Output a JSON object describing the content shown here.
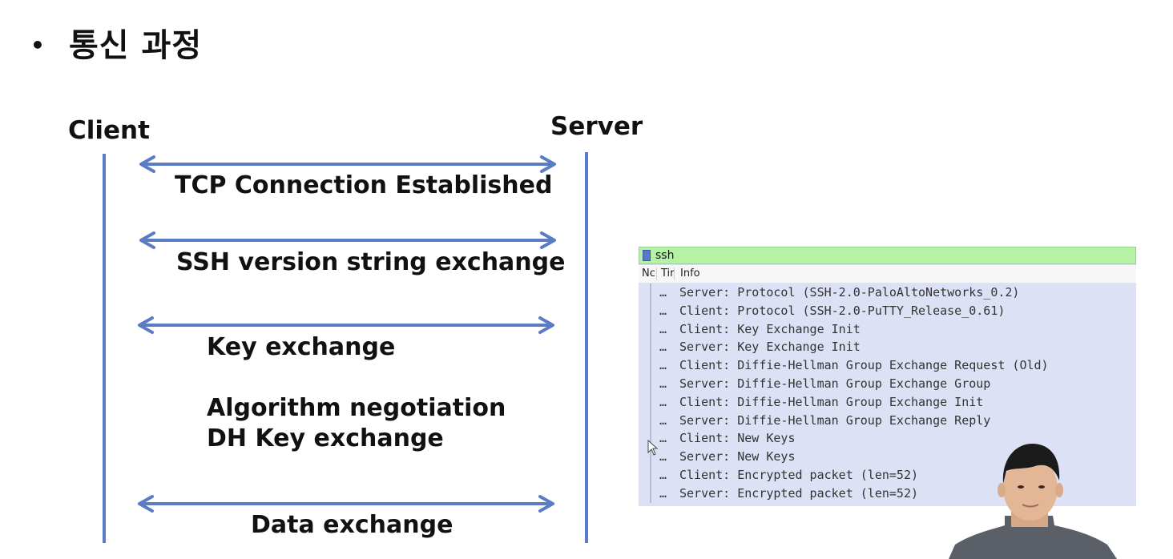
{
  "slide": {
    "bullet": "•",
    "title": "통신 과정"
  },
  "diagram": {
    "client_label": "Client",
    "server_label": "Server",
    "steps": [
      "TCP Connection Established",
      "SSH version string exchange",
      "Key exchange",
      "Algorithm negotiation",
      "DH Key exchange",
      "Data exchange"
    ],
    "arrow_color": "#5a7cc4"
  },
  "wireshark": {
    "filter_text": "ssh",
    "columns": [
      "Nc",
      "Tir",
      "Info"
    ],
    "rows": [
      {
        "dots": "…",
        "info": "Server: Protocol (SSH-2.0-PaloAltoNetworks_0.2)"
      },
      {
        "dots": "…",
        "info": "Client: Protocol (SSH-2.0-PuTTY_Release_0.61)"
      },
      {
        "dots": "…",
        "info": "Client: Key Exchange Init"
      },
      {
        "dots": "…",
        "info": "Server: Key Exchange Init"
      },
      {
        "dots": "…",
        "info": "Client: Diffie-Hellman Group Exchange Request (Old)"
      },
      {
        "dots": "…",
        "info": "Server: Diffie-Hellman Group Exchange Group"
      },
      {
        "dots": "…",
        "info": "Client: Diffie-Hellman Group Exchange Init"
      },
      {
        "dots": "…",
        "info": "Server: Diffie-Hellman Group Exchange Reply"
      },
      {
        "dots": "…",
        "info": "Client: New Keys"
      },
      {
        "dots": "…",
        "info": "Server: New Keys"
      },
      {
        "dots": "…",
        "info": "Client: Encrypted packet (len=52)"
      },
      {
        "dots": "…",
        "info": "Server: Encrypted packet (len=52)"
      }
    ],
    "colors": {
      "filter_bg": "#b6f2a6",
      "rows_bg": "#dde1f5"
    }
  }
}
